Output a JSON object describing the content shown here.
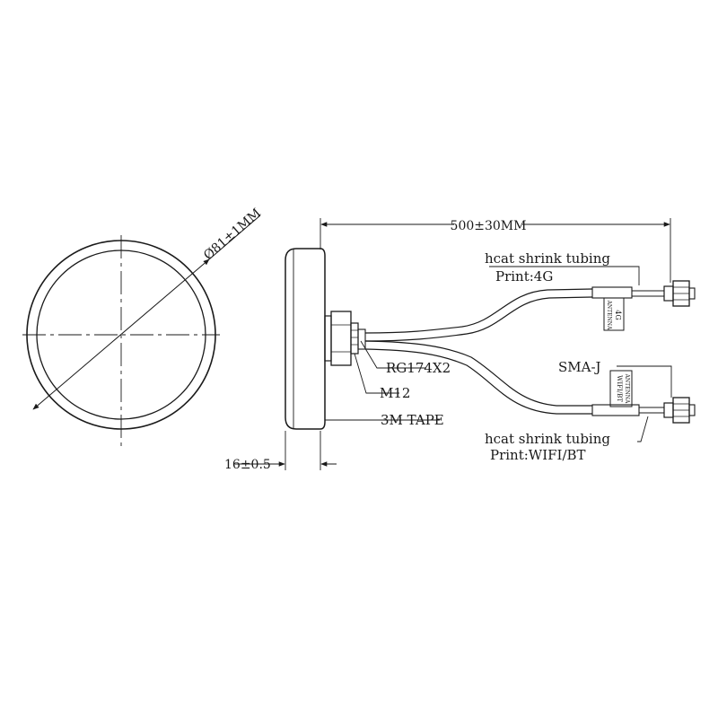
{
  "diagram": {
    "top_view": {
      "diameter_label": "Ø81±1MM"
    },
    "side_view": {
      "thickness_label": "16±0.5",
      "cable_length_label": "500±30MM",
      "callouts": {
        "cable": "RG174X2",
        "thread": "M12",
        "adhesive": "3M TAPE"
      }
    },
    "upper_lead": {
      "tubing_label": "hcat shrink tubing",
      "print_label": "Print:4G",
      "sleeve_line_1": "4G",
      "sleeve_line_2": "ANTENNA"
    },
    "lower_lead": {
      "connector_label": "SMA-J",
      "tubing_label": "hcat shrink tubing",
      "print_label": "Print:WIFI/BT",
      "sleeve_line_1": "WIFI/BT",
      "sleeve_line_2": "ANTENNA"
    }
  }
}
